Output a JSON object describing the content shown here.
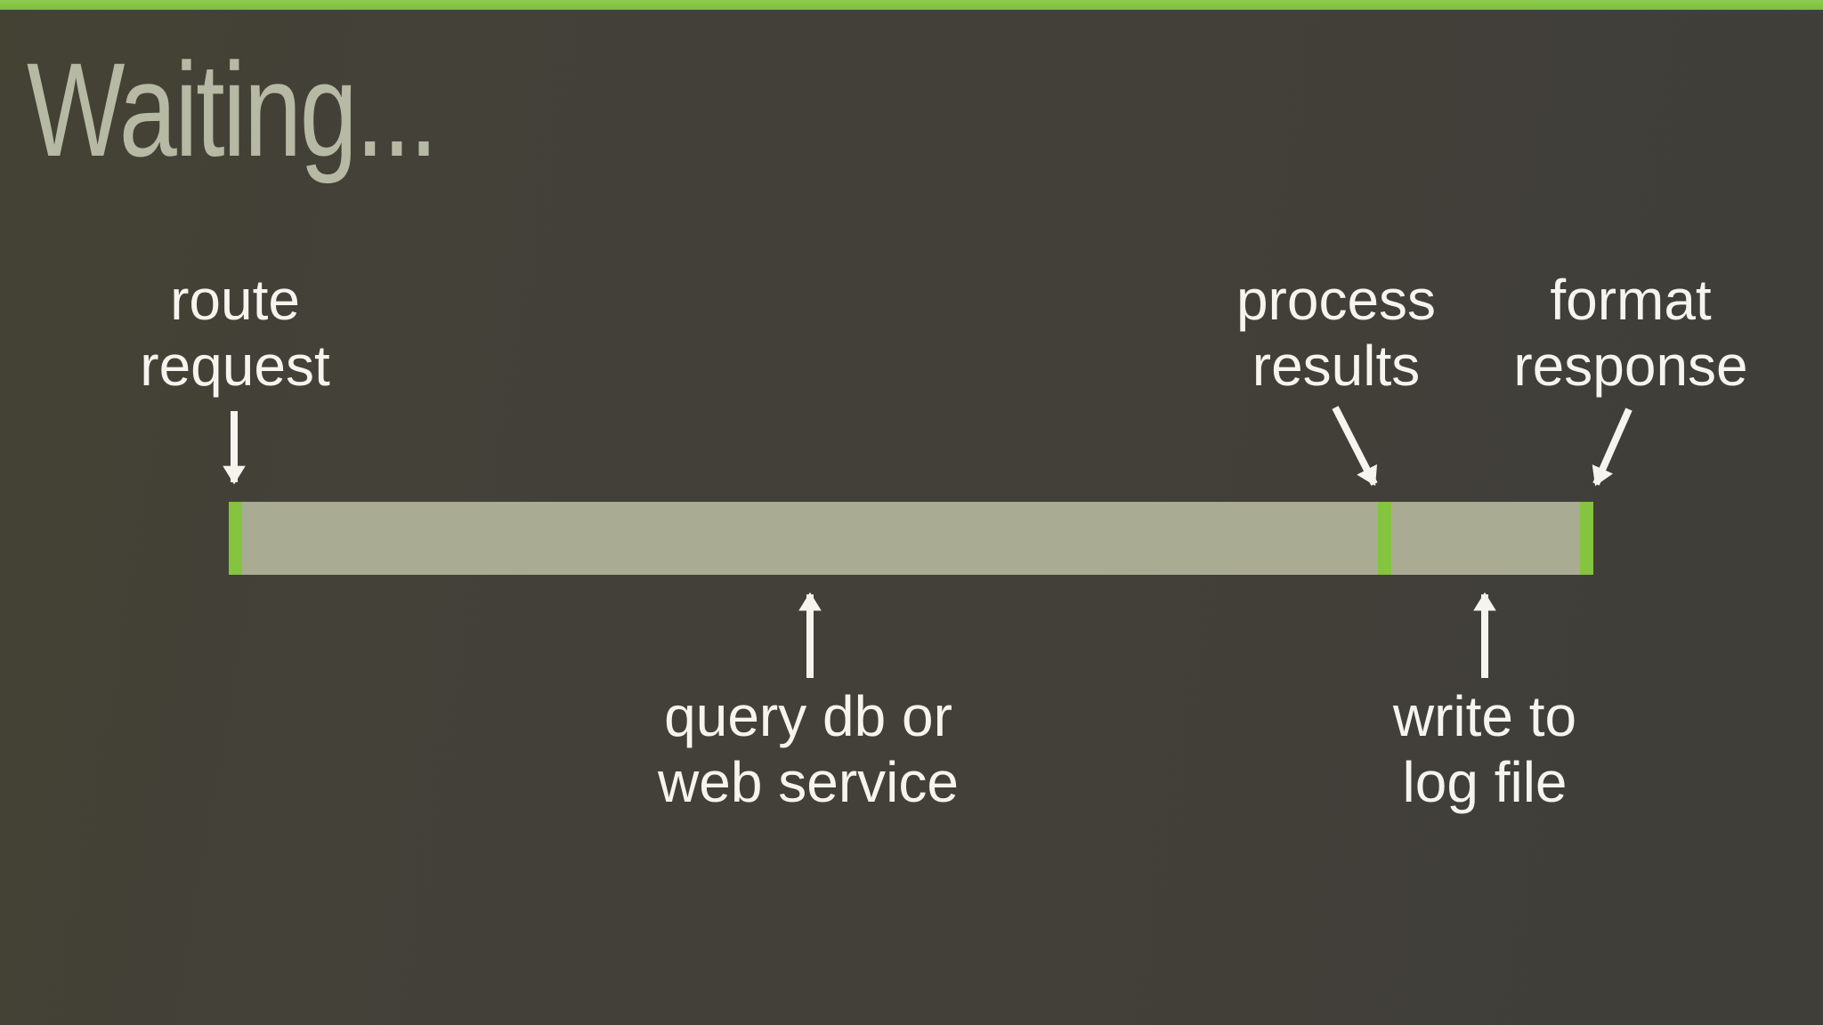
{
  "slide": {
    "title": "Waiting...",
    "colors": {
      "background": "#423f38",
      "accent_green": "#84c43f",
      "bar_fill": "#a9ac93",
      "title_text": "#b6b9a3",
      "label_text": "#f5f4ef"
    }
  },
  "timeline": {
    "description": "Request lifecycle timeline bar: thin green markers show brief CPU work (route request at start, process results near end, format response at end); the long sage spans are waiting time (query db or web service; write to log file).",
    "events_above": [
      {
        "label": "route\nrequest",
        "marker_position_fraction": 0.0
      },
      {
        "label": "process\nresults",
        "marker_position_fraction": 0.84
      },
      {
        "label": "format\nresponse",
        "marker_position_fraction": 1.0
      }
    ],
    "events_below": [
      {
        "label": "query db or\nweb service",
        "span_position_fraction": 0.43
      },
      {
        "label": "write to\nlog file",
        "span_position_fraction": 0.92
      }
    ]
  }
}
